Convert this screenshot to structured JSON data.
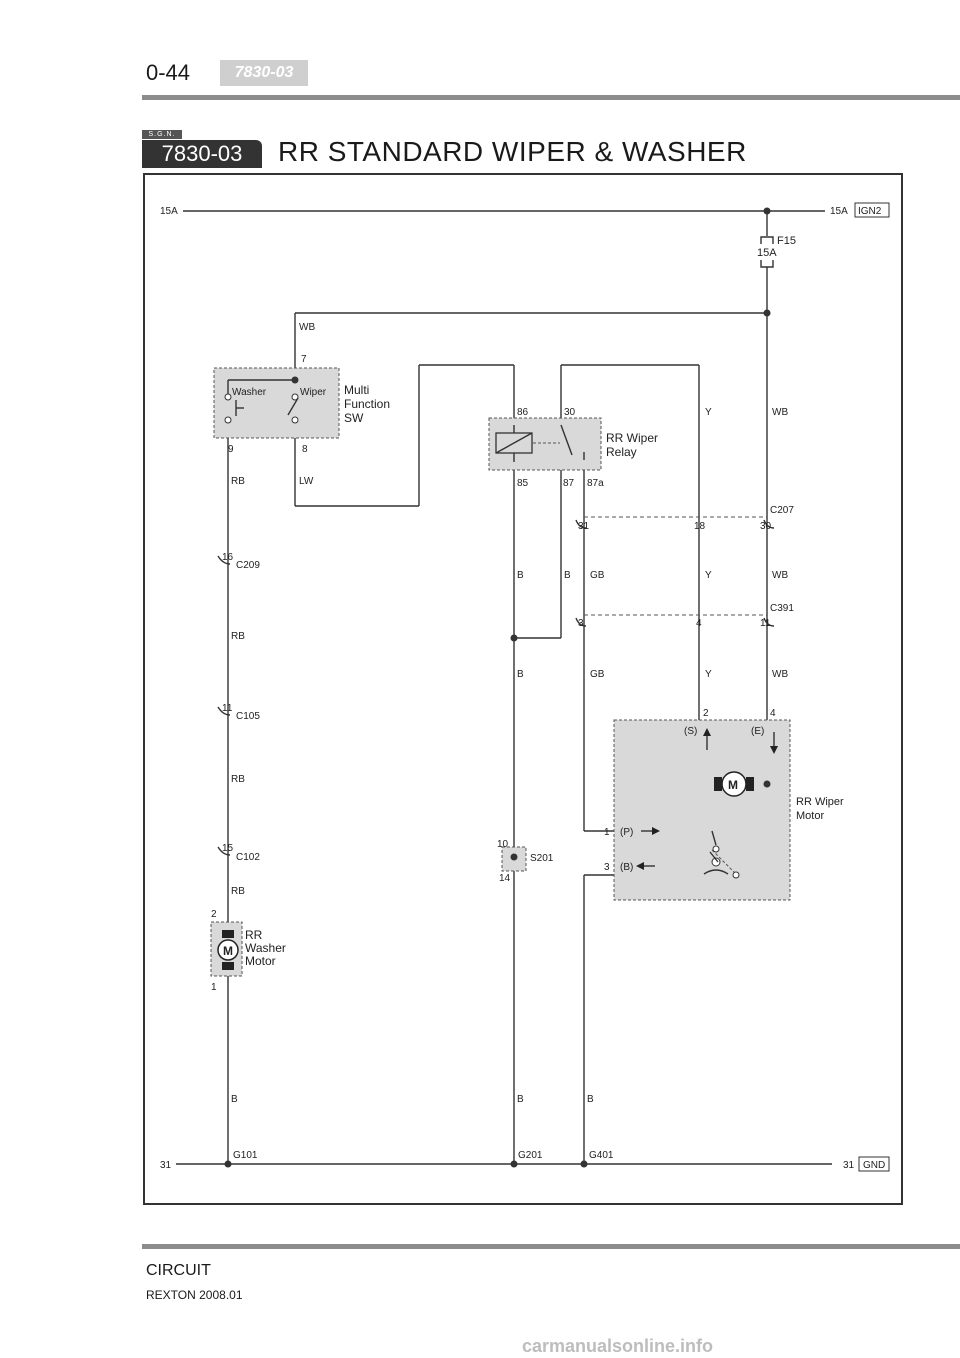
{
  "header": {
    "page_number": "0-44",
    "section_code": "7830-03"
  },
  "title": {
    "sgn": "S.G.N.",
    "code": "7830-03",
    "text": "RR STANDARD WIPER  &  WASHER"
  },
  "power": {
    "left_label": "15A",
    "right_label": "15A",
    "source_tag": "IGN2",
    "fuse_name": "F15",
    "fuse_rating": "15A"
  },
  "ground": {
    "left_label": "31",
    "right_label": "31",
    "tag": "GND"
  },
  "multi_switch": {
    "name_lines": [
      "Multi",
      "Function",
      "SW"
    ],
    "washer": "Washer",
    "wiper": "Wiper",
    "pins": {
      "top": "7",
      "washer_out": "9",
      "wiper_out": "8"
    }
  },
  "relay": {
    "name_lines": [
      "RR Wiper",
      "Relay"
    ],
    "pins": {
      "p86": "86",
      "p30": "30",
      "p85": "85",
      "p87": "87",
      "p87a": "87a"
    }
  },
  "connectors": {
    "c209": {
      "name": "C209",
      "pin": "16"
    },
    "c105": {
      "name": "C105",
      "pin": "11"
    },
    "c102": {
      "name": "C102",
      "pin": "15"
    },
    "c207": {
      "name": "C207",
      "pins": [
        "31",
        "18",
        "30"
      ]
    },
    "c391": {
      "name": "C391",
      "pins": [
        "3",
        "4",
        "11"
      ]
    },
    "s201": {
      "name": "S201",
      "pin_top": "10",
      "pin_bottom": "14"
    }
  },
  "wire_colors": {
    "wb": "WB",
    "rb": "RB",
    "lw": "LW",
    "y": "Y",
    "b": "B",
    "gb": "GB"
  },
  "washer_motor": {
    "name_lines": [
      "RR",
      "Washer",
      "Motor"
    ],
    "pin_top": "2",
    "pin_bottom": "1",
    "symbol": "M"
  },
  "wiper_motor": {
    "name_lines": [
      "RR Wiper",
      "Motor"
    ],
    "pin_s": "2",
    "pin_e": "4",
    "label_s": "(S)",
    "label_e": "(E)",
    "pin_p": "1",
    "pin_b": "3",
    "label_p": "(P)",
    "label_b": "(B)",
    "symbol": "M"
  },
  "grounds": {
    "g101": "G101",
    "g201": "G201",
    "g401": "G401"
  },
  "footer": {
    "section": "CIRCUIT",
    "model": "REXTON 2008.01"
  },
  "watermark": "carmanualsonline.info"
}
